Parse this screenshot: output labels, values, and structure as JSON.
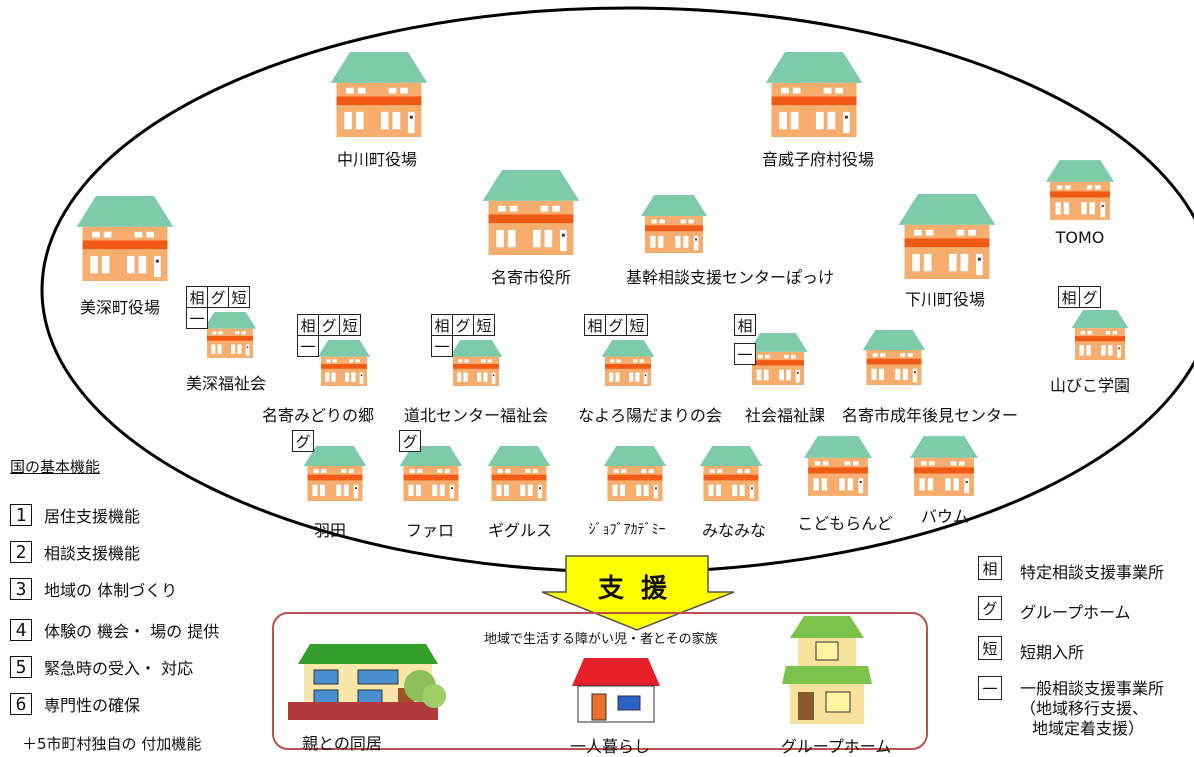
{
  "buildings": [
    {
      "id": "nakagawa",
      "label": "中川町役場"
    },
    {
      "id": "otoineppu",
      "label": "音威子府村役場"
    },
    {
      "id": "nayoro-city",
      "label": "名寄市役所"
    },
    {
      "id": "pokke",
      "label": "基幹相談支援センターぽっけ"
    },
    {
      "id": "tomo",
      "label": "TOMO"
    },
    {
      "id": "bifuka",
      "label": "美深町役場"
    },
    {
      "id": "shimokawa",
      "label": "下川町役場"
    },
    {
      "id": "bifuka-fukushi",
      "label": "美深福祉会",
      "badges": [
        "相",
        "グ",
        "短",
        "一"
      ]
    },
    {
      "id": "midori",
      "label": "名寄みどりの郷",
      "badges": [
        "相",
        "グ",
        "短",
        "一"
      ]
    },
    {
      "id": "dohoku",
      "label": "道北センター福祉会",
      "badges": [
        "相",
        "グ",
        "短",
        "一"
      ]
    },
    {
      "id": "nayoro-hidamari",
      "label": "なよろ陽だまりの会",
      "badges": [
        "相",
        "グ",
        "短"
      ]
    },
    {
      "id": "shakai",
      "label": "社会福祉課",
      "badges": [
        "相",
        "一"
      ]
    },
    {
      "id": "kouken",
      "label": "名寄市成年後見センター"
    },
    {
      "id": "yamabiko",
      "label": "山びこ学園",
      "badges": [
        "相",
        "グ"
      ]
    },
    {
      "id": "haneda",
      "label": "羽田",
      "badges": [
        "グ"
      ]
    },
    {
      "id": "faro",
      "label": "ファロ",
      "badges": [
        "グ"
      ]
    },
    {
      "id": "gigurusu",
      "label": "ギグルス"
    },
    {
      "id": "job",
      "label": "ｼﾞｮﾌﾞｱｶﾃﾞﾐｰ"
    },
    {
      "id": "minamina",
      "label": "みなみな"
    },
    {
      "id": "kodomo",
      "label": "こどもらんど"
    },
    {
      "id": "baumu",
      "label": "バウム"
    }
  ],
  "functions": {
    "title": "国の基本機能",
    "items": [
      {
        "num": "1",
        "label": "居住支援機能"
      },
      {
        "num": "2",
        "label": "相談支援機能"
      },
      {
        "num": "3",
        "label": "地域の 体制づくり"
      },
      {
        "num": "4",
        "label": "体験の 機会・ 場の 提供"
      },
      {
        "num": "5",
        "label": "緊急時の受入・ 対応"
      },
      {
        "num": "6",
        "label": "専門性の確保"
      }
    ],
    "extra": "＋5市町村独自の 付加機能"
  },
  "support": {
    "arrow_label": "支 援",
    "box_title": "地域で生活する障がい児・者とその家族",
    "homes": [
      {
        "label": "親との同居"
      },
      {
        "label": "一人暮らし"
      },
      {
        "label": "グループホーム"
      }
    ]
  },
  "legend": [
    {
      "key": "相",
      "label": "特定相談支援事業所"
    },
    {
      "key": "グ",
      "label": "グループホーム"
    },
    {
      "key": "短",
      "label": "短期入所"
    },
    {
      "key": "一",
      "label": "一般相談支援事業所",
      "sub1": "（地域移行支援、",
      "sub2": "地域定着支援）"
    }
  ],
  "colors": {
    "roof": "#7ecbaa",
    "wall": "#f6ad6e",
    "band": "#f05a14",
    "window": "#ffffff",
    "arrow": "#ffff00",
    "frame": "#c0504d"
  }
}
